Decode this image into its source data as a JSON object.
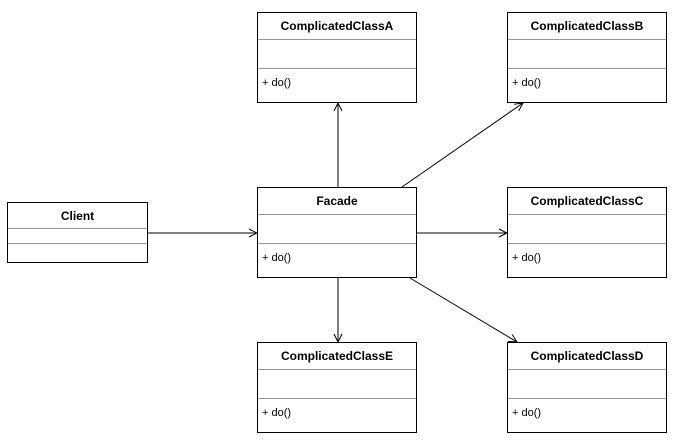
{
  "client": {
    "name": "Client"
  },
  "facade": {
    "name": "Facade",
    "op": "+ do()"
  },
  "classA": {
    "name": "ComplicatedClassA",
    "op": "+ do()"
  },
  "classB": {
    "name": "ComplicatedClassB",
    "op": "+ do()"
  },
  "classC": {
    "name": "ComplicatedClassC",
    "op": "+ do()"
  },
  "classD": {
    "name": "ComplicatedClassD",
    "op": "+ do()"
  },
  "classE": {
    "name": "ComplicatedClassE",
    "op": "+ do()"
  }
}
